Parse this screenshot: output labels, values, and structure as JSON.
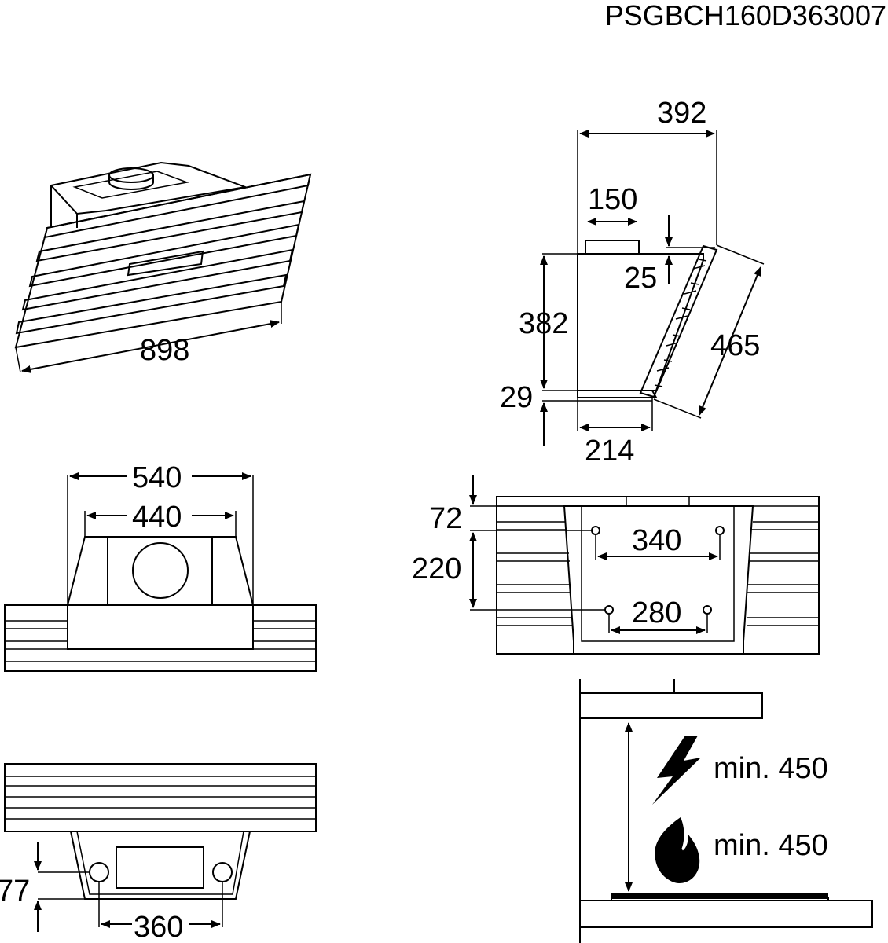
{
  "model_code": "PSGBCH160D363007",
  "dimensions": {
    "overall_width": "898",
    "depth": "392",
    "duct_diameter": "150",
    "duct_offset": "25",
    "body_height": "382",
    "front_glass_length": "465",
    "bottom_offset": "29",
    "bottom_depth": "214",
    "top_outer_width": "540",
    "top_inner_width": "440",
    "bracket_top_offset": "72",
    "bracket_spacing": "220",
    "bracket_upper_width": "340",
    "bracket_lower_width": "280",
    "bottom_vertical_offset": "77",
    "bottom_holes_width": "360"
  },
  "clearance": {
    "electric_label": "min. 450",
    "gas_label": "min. 450"
  },
  "icons": {
    "electric": "lightning-icon",
    "gas": "flame-icon"
  },
  "colors": {
    "ink": "#000000",
    "paper": "#ffffff"
  }
}
